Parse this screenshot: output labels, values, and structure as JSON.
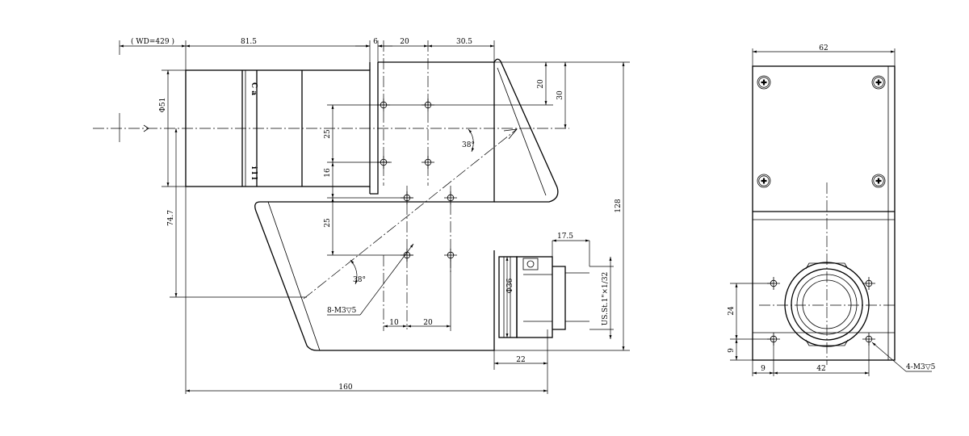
{
  "front_view": {
    "wd": "( WD=429 )",
    "d_81_5": "81.5",
    "d_6": "6",
    "d_20_top": "20",
    "d_30_5": "30.5",
    "d_20_right": "20",
    "d_30_right": "30",
    "d_128": "128",
    "d_phi51": "Φ51",
    "d_74_7": "74.7",
    "d_25_a": "25",
    "d_16": "16",
    "d_25_b": "25",
    "d_38_upper": "38°",
    "d_38_lower": "38°",
    "d_17_5": "17.5",
    "d_phi36": "Φ36",
    "d_thread": "US.St.1\"×1/32",
    "d_10": "10",
    "d_20_bottom": "20",
    "d_22": "22",
    "d_160": "160",
    "hole_note": "8-M3▽5",
    "lens_mark_top": "C a",
    "lens_mark_bottom": "i l l"
  },
  "side_view": {
    "d_62": "62",
    "d_24": "24",
    "d_9_vert": "9",
    "d_9_horiz": "9",
    "d_42": "42",
    "hole_note": "4-M3▽5"
  }
}
